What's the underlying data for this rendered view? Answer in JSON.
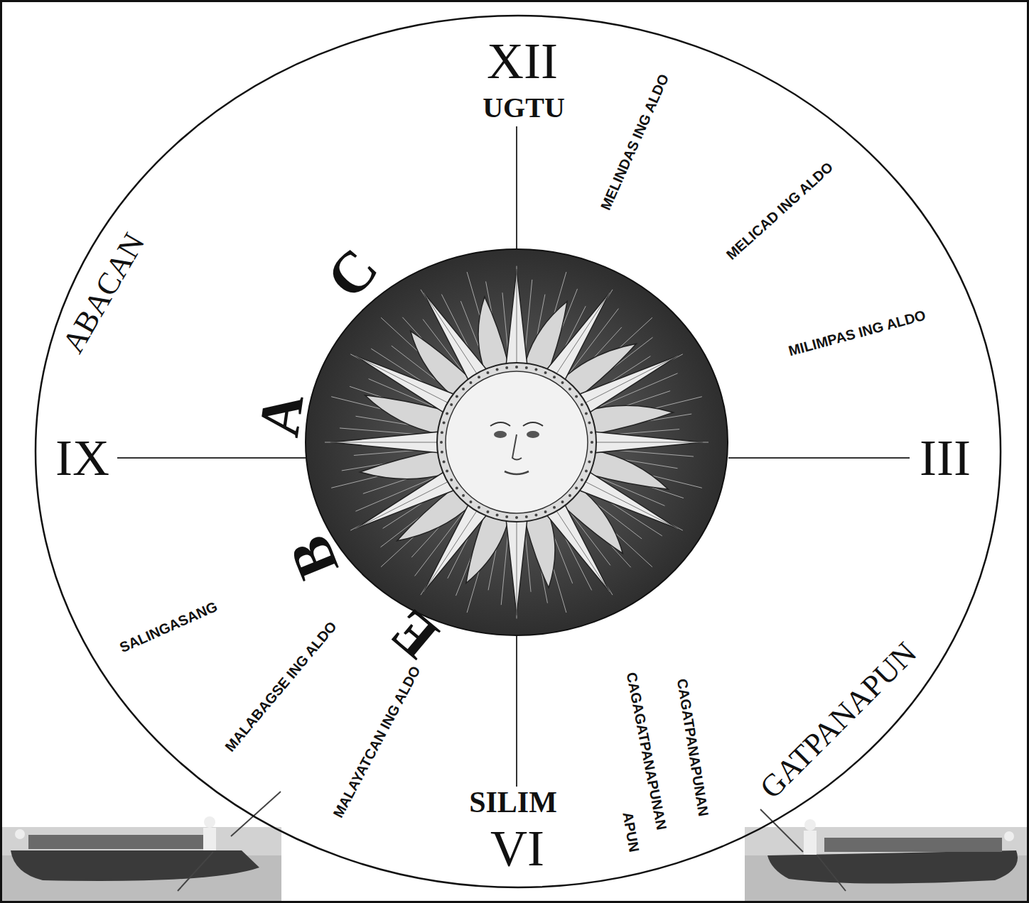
{
  "diagram": {
    "nodes": [
      {
        "text": [
          "XII",
          "UGTU",
          "MELINDAS ING ALDO",
          "MELICAD ING ALDO",
          "ABACAN",
          "C",
          "MILIMPAS ING ALDO",
          "IX",
          "A",
          "III",
          "B",
          "SALINGASANG",
          "E",
          "MALABAGSE ING ALDO",
          "CAGATPANAPUNAN",
          "CAGAGATPANAPUNAN",
          "GATPANAPUN",
          "MALAYATCAN ING ALDO",
          "SILIM",
          "APUN",
          "VI"
        ]
      }
    ]
  }
}
